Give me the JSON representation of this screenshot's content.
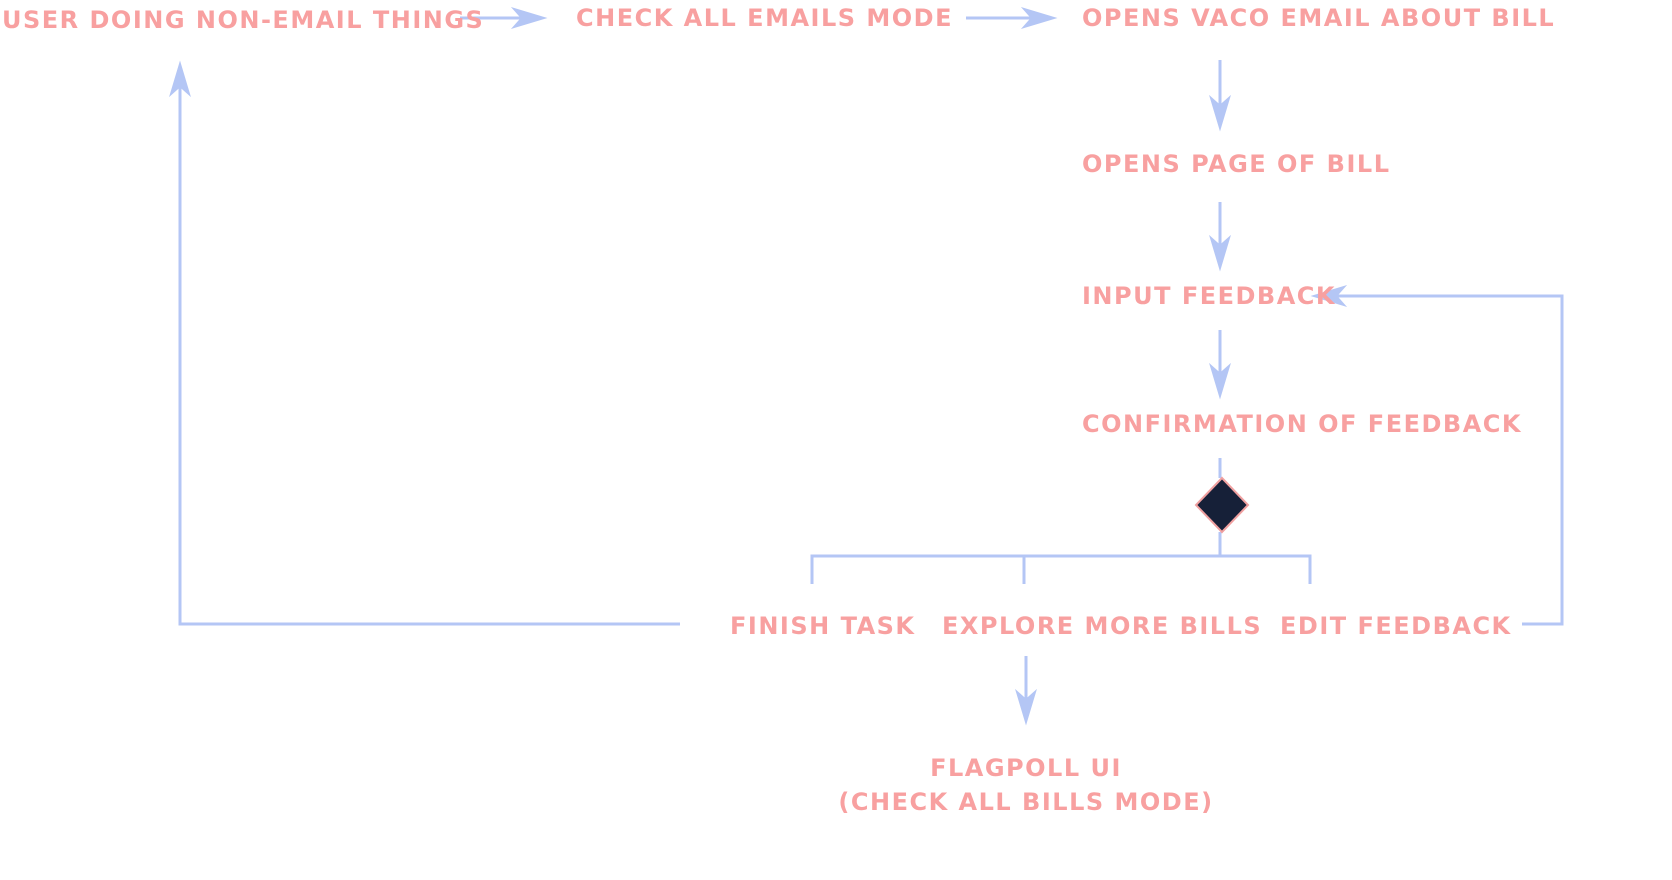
{
  "colors": {
    "text": "#f8a0a0",
    "connector": "#b4c6f5",
    "decision_fill": "#162038",
    "decision_stroke": "#f0a0a0",
    "background": "#ffffff"
  },
  "nodes": {
    "user_non_email": "User doing non-email things",
    "check_all_emails": "Check all emails mode",
    "opens_vaco_email": "Opens VACO email about bill",
    "opens_bill_page": "Opens page of bill",
    "input_feedback": "Input feedback",
    "confirmation": "Confirmation of feedback",
    "finish_task": "Finish task",
    "explore_more_bills": "Explore more bills",
    "edit_feedback": "Edit feedback",
    "flagpoll_ui_line1": "Flagpoll UI",
    "flagpoll_ui_line2": "(Check all bills mode)"
  },
  "decision": {
    "shape": "diamond"
  }
}
